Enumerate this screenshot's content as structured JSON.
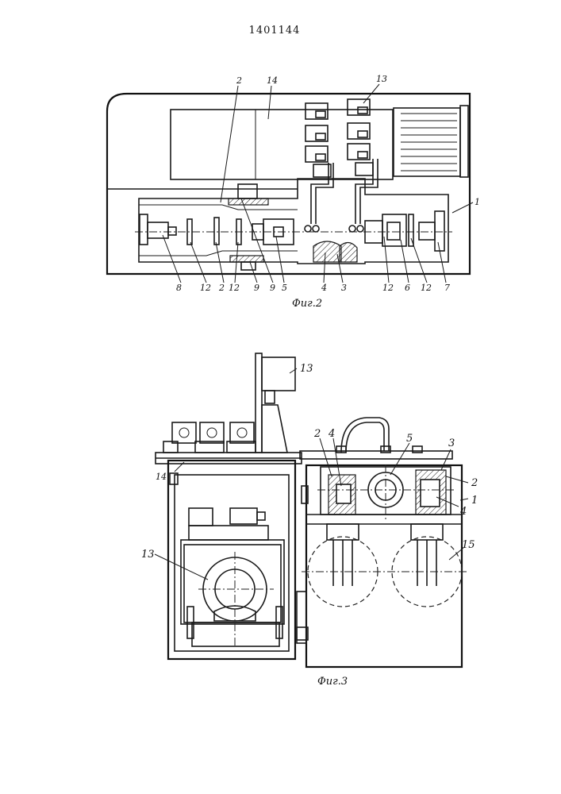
{
  "patent_number": "1401144",
  "figures": [
    {
      "caption": "Фиг.2",
      "labels": {
        "l1": "1",
        "l2": "2",
        "l2b": "2",
        "l3": "3",
        "l4": "4",
        "l5": "5",
        "l6": "6",
        "l7": "7",
        "l8": "8",
        "l9a": "9",
        "l9b": "9",
        "l12a": "12",
        "l12b": "12",
        "l12c": "12",
        "l12d": "12",
        "l13": "13",
        "l14": "14"
      }
    },
    {
      "caption": "Фиг.3",
      "labels": {
        "l1": "1",
        "l2a": "2",
        "l2b": "2",
        "l3": "3",
        "l4a": "4",
        "l4b": "4",
        "l5": "5",
        "l13a": "13",
        "l13b": "13",
        "l14": "14",
        "l15": "15"
      }
    }
  ]
}
